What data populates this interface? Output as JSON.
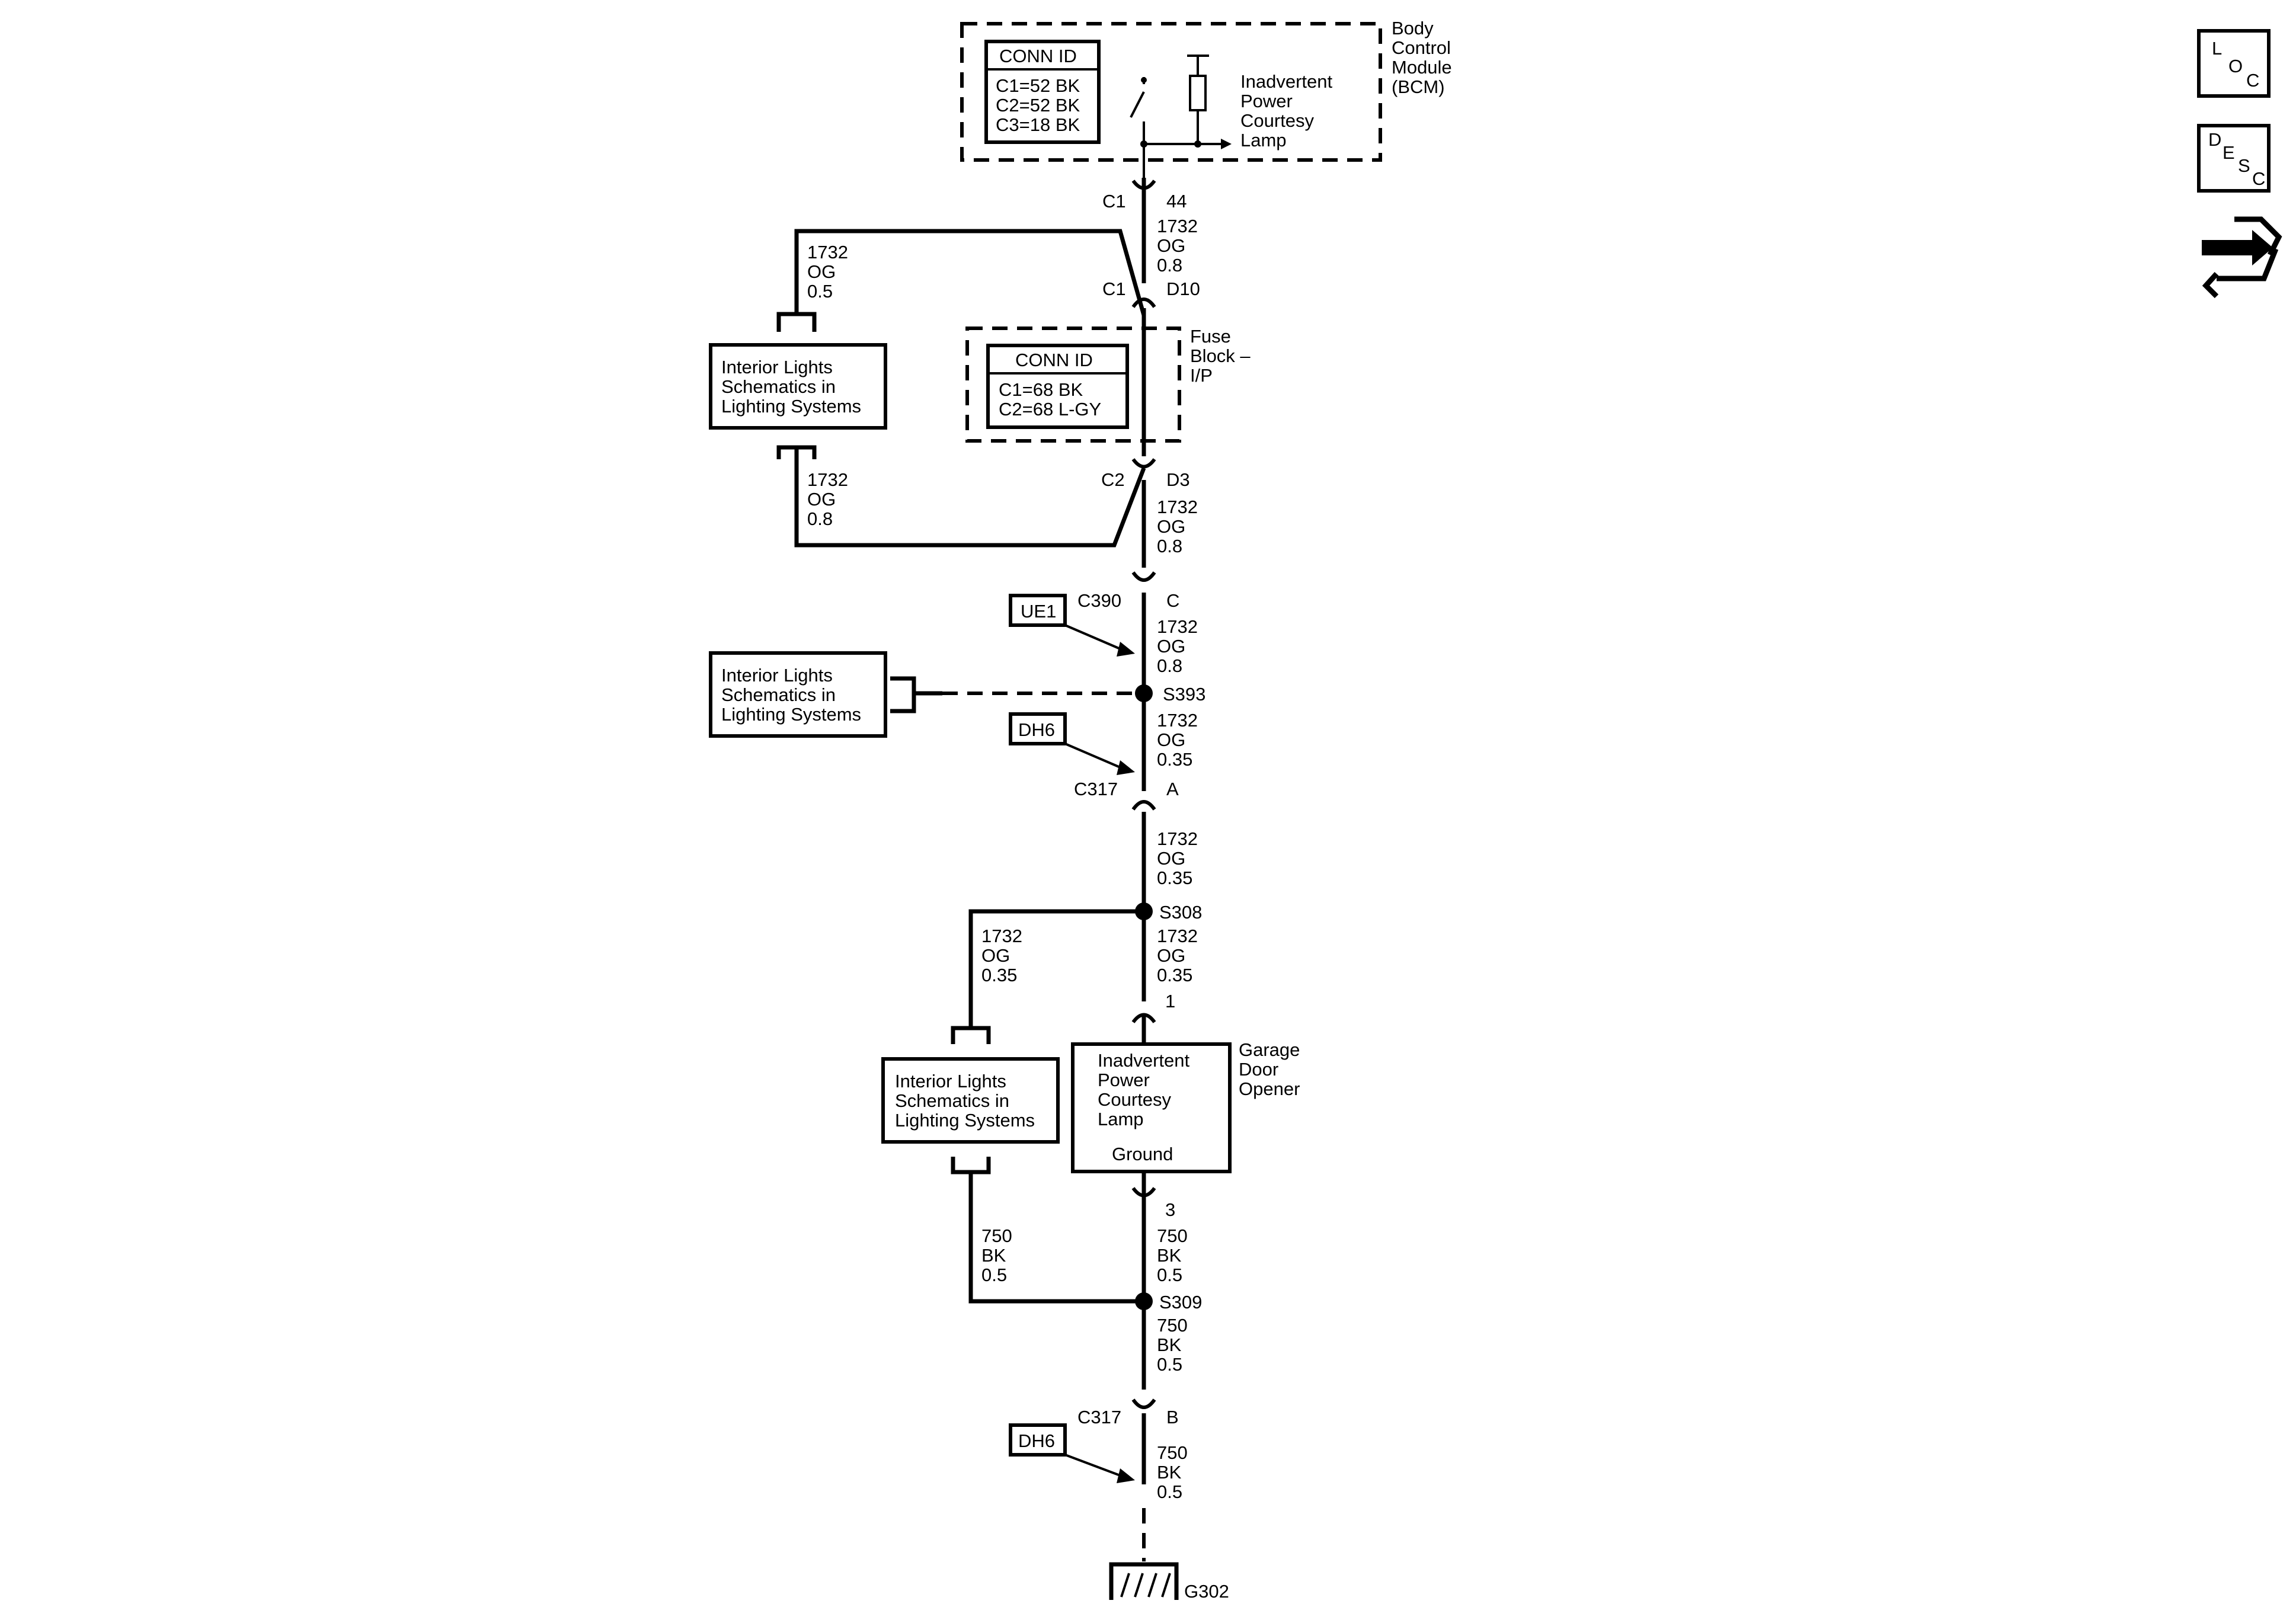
{
  "bcm": {
    "name": [
      "Body",
      "Control",
      "Module",
      "(BCM)"
    ],
    "conn_title": "CONN ID",
    "conn_rows": [
      "C1=52 BK",
      "C2=52 BK",
      "C3=18 BK"
    ],
    "switch_label": [
      "Inadvertent",
      "Power",
      "Courtesy",
      "Lamp"
    ]
  },
  "fuse_block": {
    "name": [
      "Fuse",
      "Block –",
      "I/P"
    ],
    "conn_title": "CONN ID",
    "conn_rows": [
      "C1=68 BK",
      "C2=68 L-GY"
    ]
  },
  "connectors": {
    "c1_44": {
      "name": "C1",
      "pin": "44"
    },
    "c1_d10": {
      "name": "C1",
      "pin": "D10"
    },
    "c2_d3": {
      "name": "C2",
      "pin": "D3"
    },
    "c390": {
      "name": "C390",
      "pin": "C"
    },
    "c317a": {
      "name": "C317",
      "pin": "A"
    },
    "gdo_1": {
      "pin": "1"
    },
    "gdo_3": {
      "pin": "3"
    },
    "c317b": {
      "name": "C317",
      "pin": "B"
    }
  },
  "splices": {
    "s393": "S393",
    "s308": "S308",
    "s309": "S309"
  },
  "wires": {
    "w1": [
      "1732",
      "OG",
      "0.8"
    ],
    "w_left_top": [
      "1732",
      "OG",
      "0.5"
    ],
    "w_left_bot": [
      "1732",
      "OG",
      "0.8"
    ],
    "w2": [
      "1732",
      "OG",
      "0.8"
    ],
    "w3": [
      "1732",
      "OG",
      "0.8"
    ],
    "w4": [
      "1732",
      "OG",
      "0.35"
    ],
    "w5": [
      "1732",
      "OG",
      "0.35"
    ],
    "w6": [
      "1732",
      "OG",
      "0.35"
    ],
    "w_s308_branch": [
      "1732",
      "OG",
      "0.35"
    ],
    "w7": [
      "750",
      "BK",
      "0.5"
    ],
    "w_s309_branch": [
      "750",
      "BK",
      "0.5"
    ],
    "w8": [
      "750",
      "BK",
      "0.5"
    ],
    "w9": [
      "750",
      "BK",
      "0.5"
    ]
  },
  "interior_lights": [
    "Interior Lights",
    "Schematics in",
    "Lighting Systems"
  ],
  "option_tags": {
    "ue1": "UE1",
    "dh6_a": "DH6",
    "dh6_b": "DH6"
  },
  "gdo": {
    "name": [
      "Garage",
      "Door",
      "Opener"
    ],
    "lamp": [
      "Inadvertent",
      "Power",
      "Courtesy",
      "Lamp"
    ],
    "ground": "Ground"
  },
  "ground": "G302",
  "side_icons": {
    "loc": [
      "L",
      "O",
      "C"
    ],
    "desc": [
      "D",
      "E",
      "S",
      "C"
    ],
    "nav_icon": "connector-hand-icon"
  }
}
